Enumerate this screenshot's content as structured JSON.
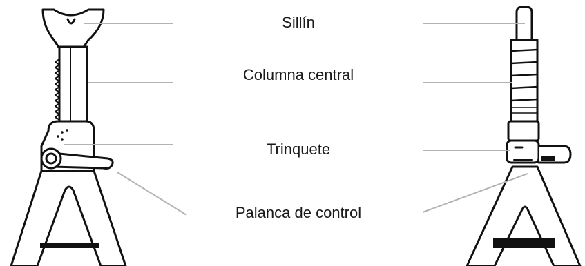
{
  "labels": {
    "saddle": "Sillín",
    "center_column": "Columna central",
    "ratchet": "Trinquete",
    "control_lever": "Palanca de control"
  },
  "colors": {
    "outline": "#111111",
    "leader_line": "#b3b3b3",
    "text": "#1a1a1a",
    "background": "#ffffff"
  }
}
